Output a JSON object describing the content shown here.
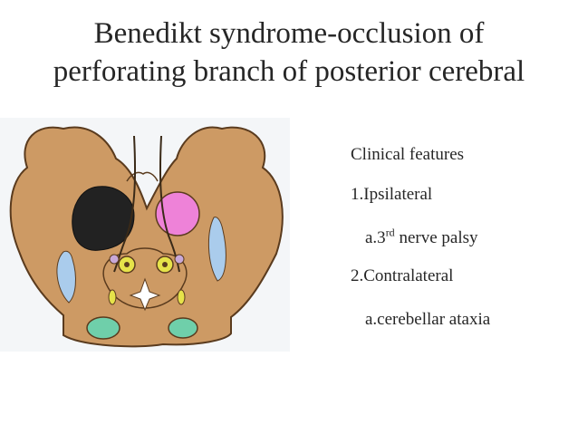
{
  "slide": {
    "title_line1": "Benedikt syndrome-occlusion of",
    "title_line2": "perforating branch of posterior cerebral"
  },
  "features": {
    "heading": "Clinical features",
    "item1": "1.Ipsilateral",
    "item1a_prefix": "a.3",
    "item1a_sup": "rd",
    "item1a_suffix": " nerve palsy",
    "item2": "2.Contralateral",
    "item2a": "a.cerebellar ataxia"
  },
  "diagram": {
    "brainstem_color": "#cd9a64",
    "outline_color": "#5a3b1e",
    "lesion_color": "#222222",
    "red_nucleus_color": "#ee82d8",
    "lemniscus_color": "#aaccec",
    "nucleus_color": "#e6e34a",
    "pyramid_color": "#6fcfaa"
  }
}
